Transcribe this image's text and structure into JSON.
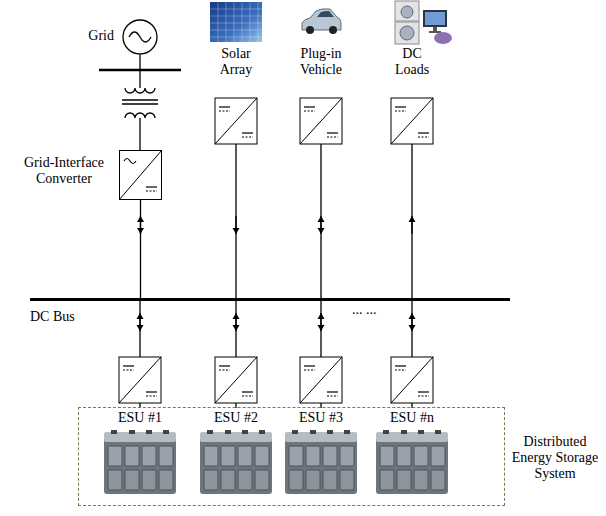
{
  "diagram": {
    "nodes": [
      {
        "text": [
          "Grid"
        ]
      },
      {
        "text": [
          "Solar Array"
        ]
      },
      {
        "text": [
          "Plug-in Vehicle"
        ]
      },
      {
        "text": [
          "DC Loads"
        ]
      },
      {
        "text": [
          "Grid-Interface Converter"
        ]
      },
      {
        "text": [
          "DC Bus"
        ]
      },
      {
        "text": [
          "Distributed Energy Storage System"
        ]
      },
      {
        "text": [
          "ESU #1"
        ],
        "in": 6
      },
      {
        "text": [
          "ESU #2"
        ],
        "in": 6
      },
      {
        "text": [
          "ESU #3"
        ],
        "in": 6
      },
      {
        "text": [
          "ESU #n"
        ],
        "in": 6
      }
    ],
    "edges": [
      {
        "from": 0,
        "to": 4,
        "arrow": "none"
      },
      {
        "from": 4,
        "to": 5,
        "arrow": "both"
      },
      {
        "from": 1,
        "to": 5,
        "arrow": "to"
      },
      {
        "from": 2,
        "to": 5,
        "arrow": "both"
      },
      {
        "from": 5,
        "to": 3,
        "arrow": "to"
      },
      {
        "from": 5,
        "to": 7,
        "arrow": "both"
      },
      {
        "from": 5,
        "to": 8,
        "arrow": "both"
      },
      {
        "from": 5,
        "to": 9,
        "arrow": "both"
      },
      {
        "from": 5,
        "to": 10,
        "arrow": "both"
      }
    ],
    "labels": [
      "... ..."
    ]
  }
}
